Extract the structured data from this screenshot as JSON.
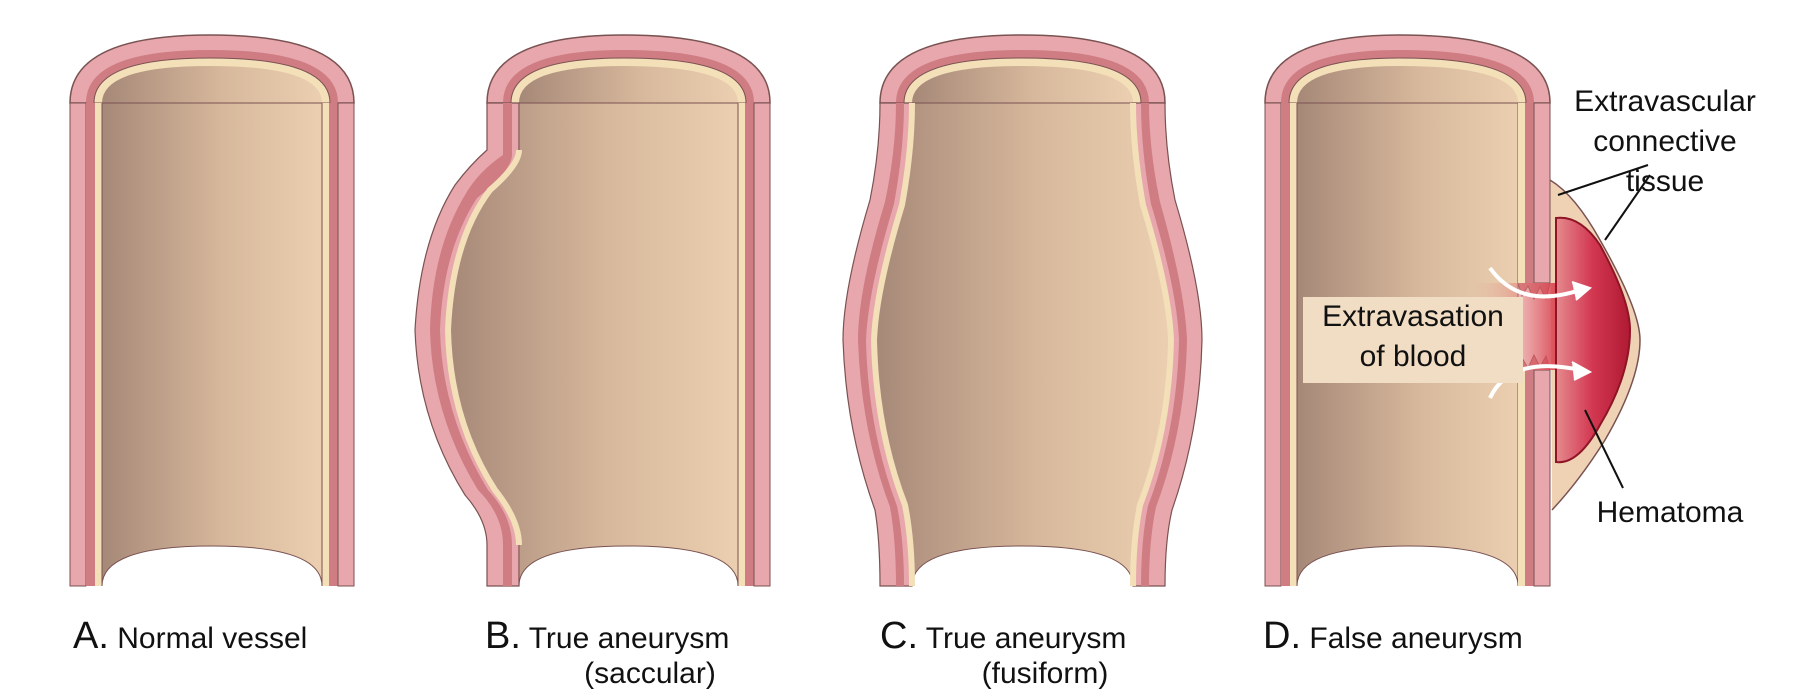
{
  "panels": [
    {
      "letter": "A.",
      "title": "Normal vessel",
      "subtitle": ""
    },
    {
      "letter": "B.",
      "title": "True aneurysm",
      "subtitle": "(saccular)"
    },
    {
      "letter": "C.",
      "title": "True aneurysm",
      "subtitle": "(fusiform)"
    },
    {
      "letter": "D.",
      "title": "False aneurysm",
      "subtitle": ""
    }
  ],
  "annotations": {
    "extravascular": [
      "Extravascular",
      "connective",
      "tissue"
    ],
    "extravasation": [
      "Extravasation",
      "of blood"
    ],
    "hematoma": "Hematoma"
  },
  "colors": {
    "adventitia": "#e3a0a5",
    "media": "#cd7a80",
    "intima": "#f3dfb8",
    "lumen_dark": "#a98a78",
    "lumen_light": "#e9cdb0",
    "hematoma": "#c8283e",
    "outline": "#6e4a4a"
  }
}
